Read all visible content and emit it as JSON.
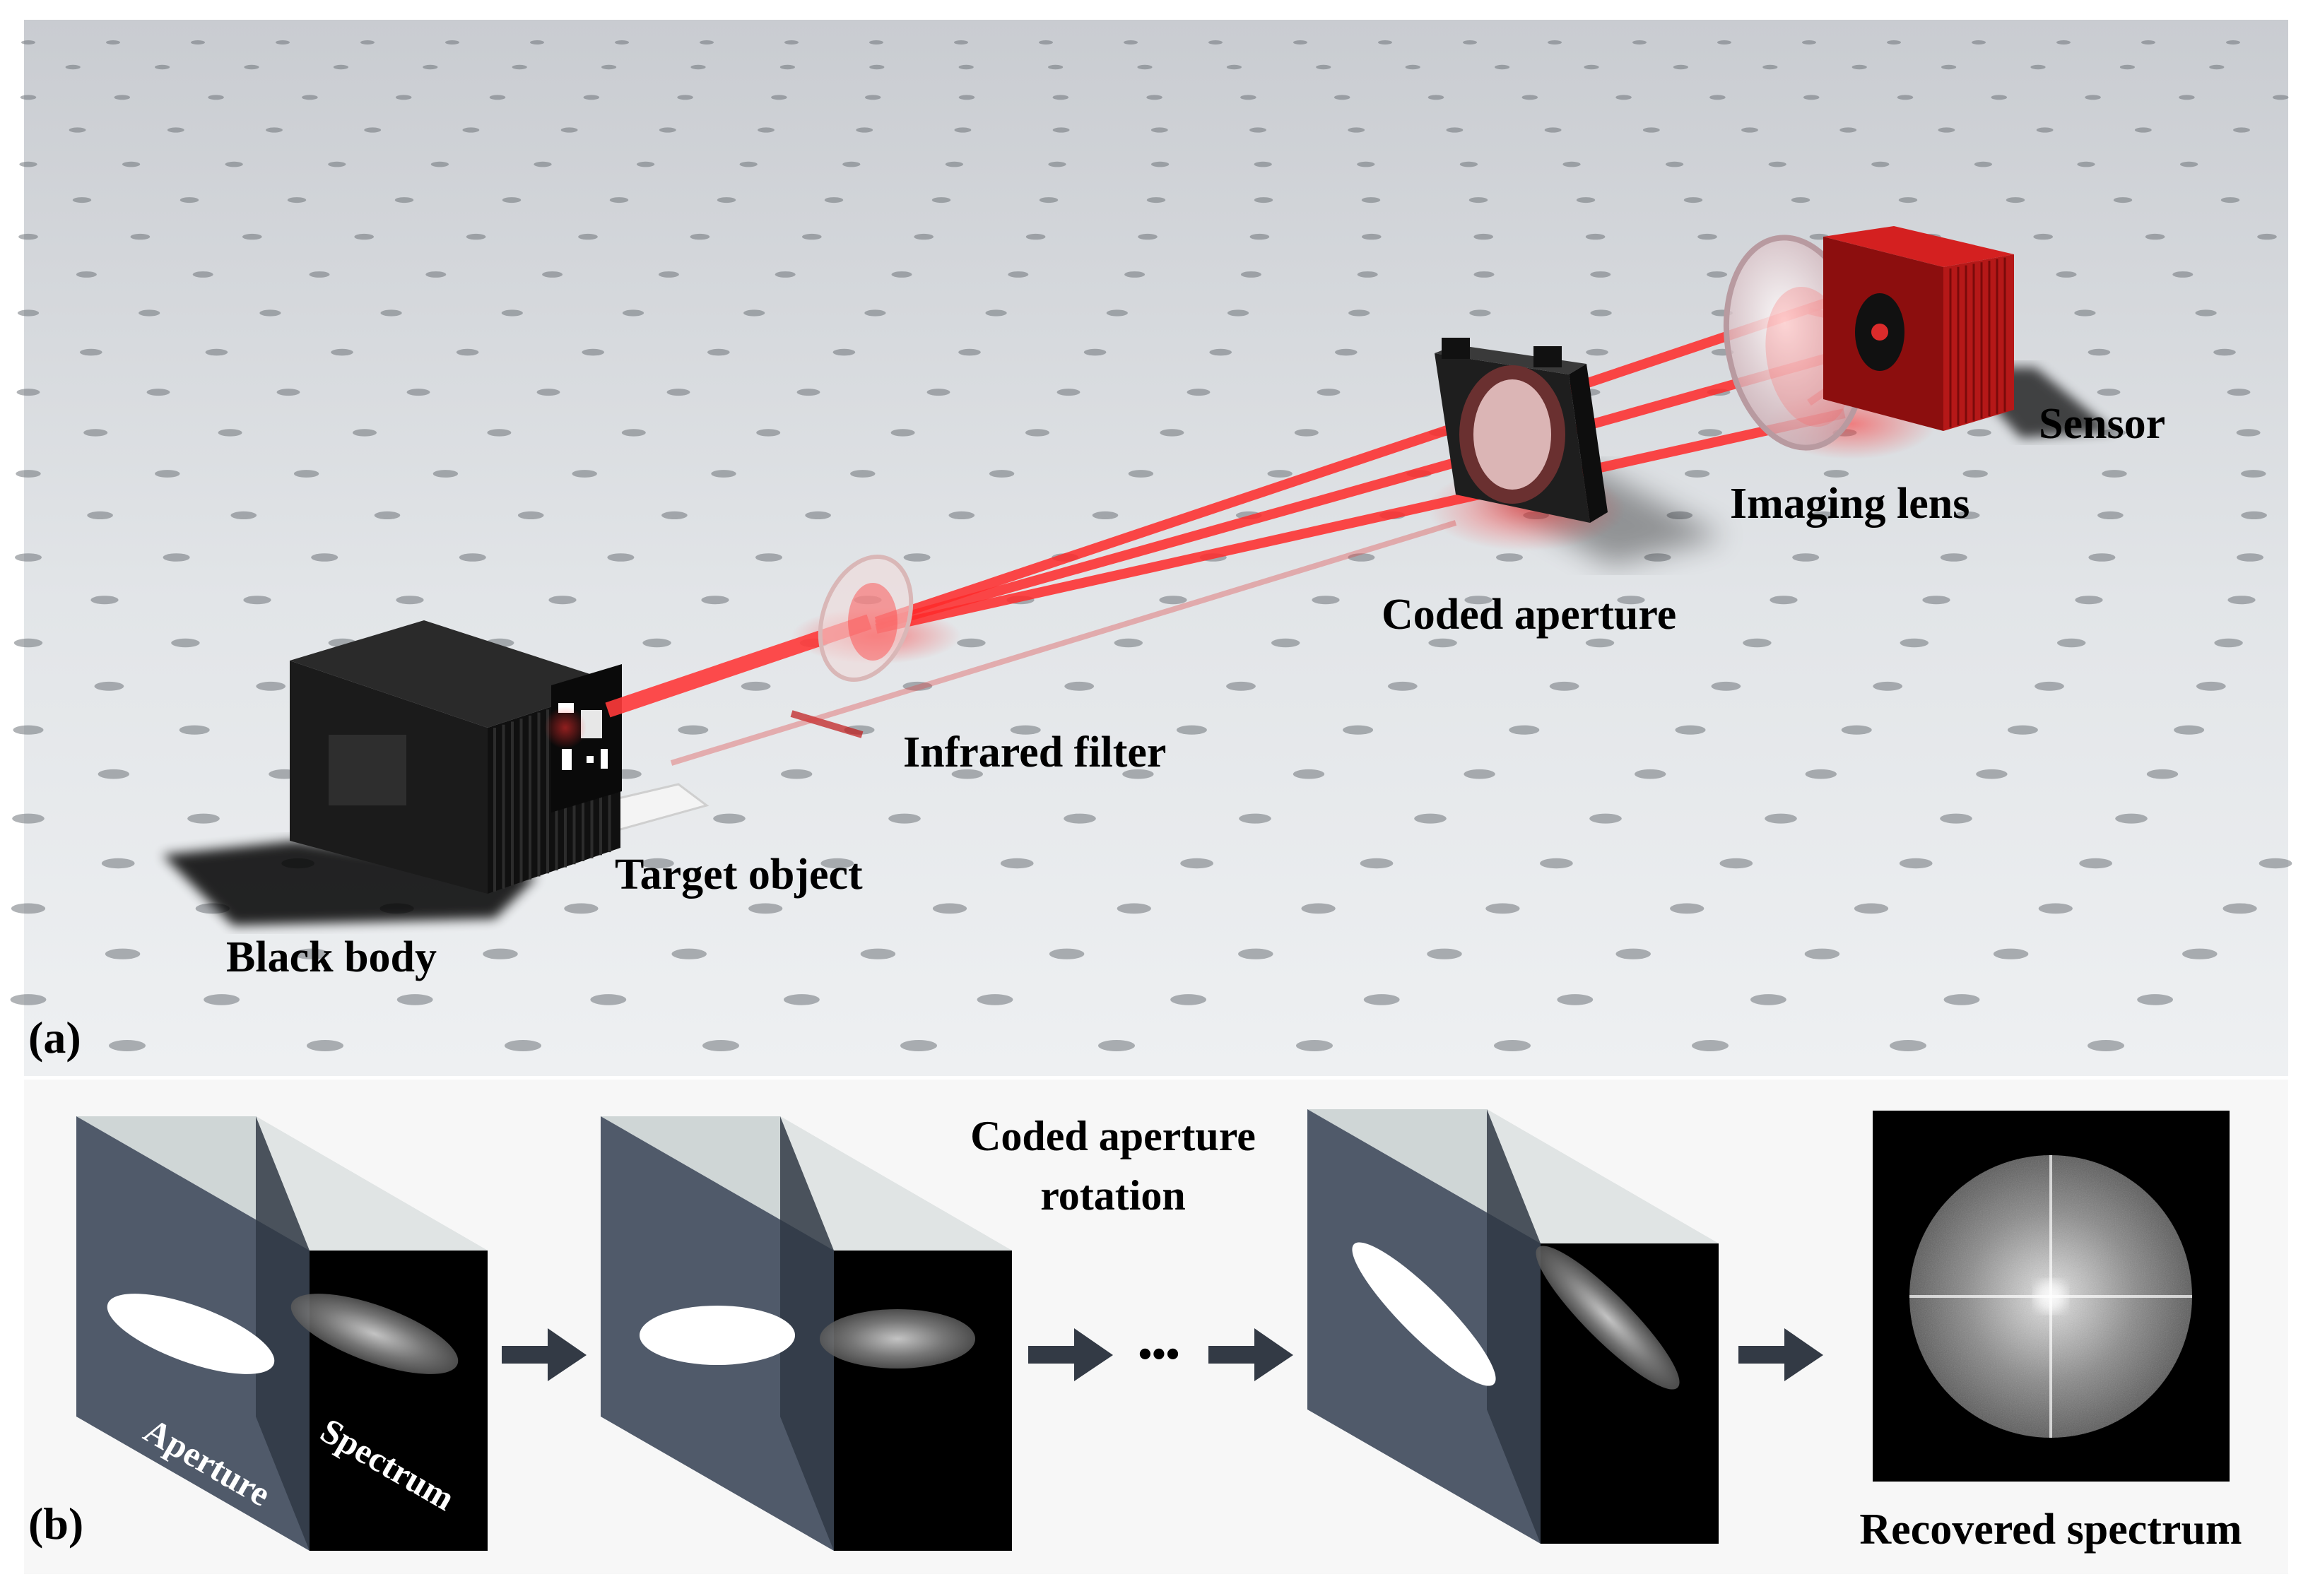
{
  "panel_a": {
    "tag": "(a)",
    "labels": {
      "black_body": "Black body",
      "target_object": "Target object",
      "infrared_filter": "Infrared filter",
      "coded_aperture": "Coded aperture",
      "imaging_lens": "Imaging lens",
      "sensor": "Sensor"
    },
    "colors": {
      "beam": "#ff2a2a",
      "sensor_body": "#b01414",
      "table": "#dcdfe3"
    }
  },
  "panel_b": {
    "tag": "(b)",
    "aperture_face_label": "Aperture",
    "spectrum_face_label": "Spectrum",
    "rotation_label_line1": "Coded aperture",
    "rotation_label_line2": "rotation",
    "ellipsis": "•••",
    "recovered_label": "Recovered spectrum",
    "rotation_angles_deg": [
      20,
      0,
      45
    ]
  }
}
